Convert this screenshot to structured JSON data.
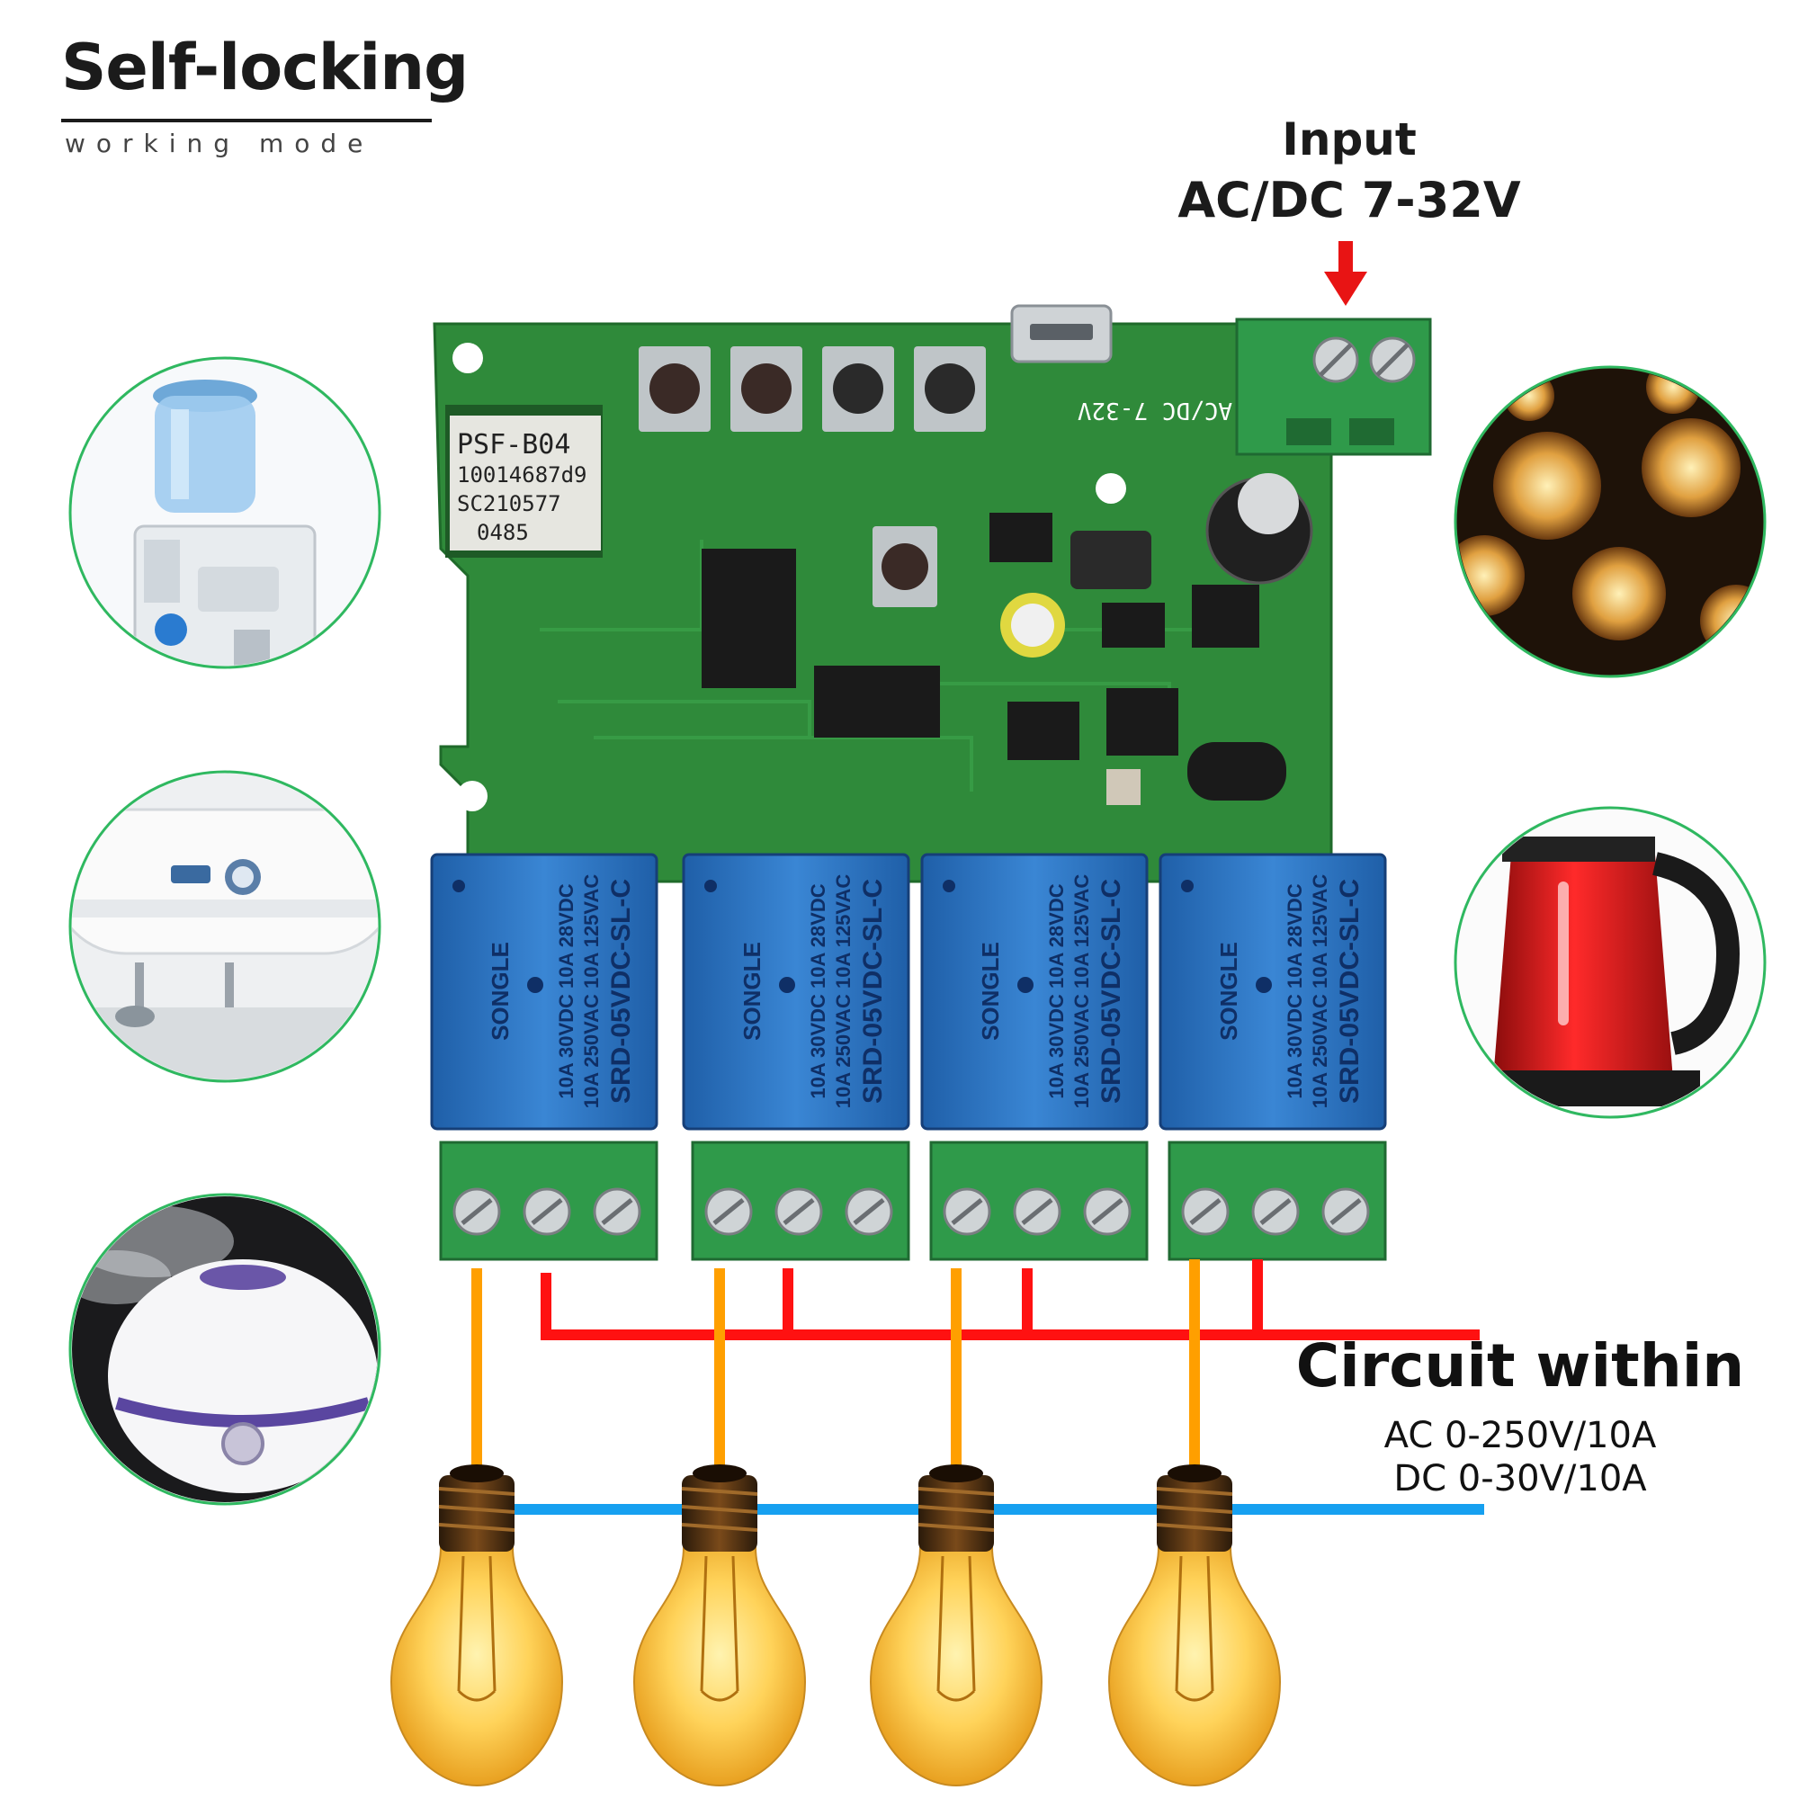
{
  "header": {
    "title": "Self-locking",
    "subtitle": "working mode"
  },
  "input": {
    "label": "Input",
    "voltage": "AC/DC 7-32V"
  },
  "circuit": {
    "title": "Circuit within",
    "ac_rating": "AC 0-250V/10A",
    "dc_rating": "DC 0-30V/10A"
  },
  "board": {
    "module_lines": [
      "PSF-B04",
      "10014687d9",
      "SC210577",
      "0485"
    ],
    "power_label": "AC/DC  7-32V",
    "relay": {
      "brand": "SONGLE",
      "model": "SRD-05VDC-SL-C",
      "rating_1": "10A 250VAC  10A 125VAC",
      "rating_2": "10A 30VDC  10A 28VDC",
      "count": 4
    }
  },
  "appliances": {
    "left": [
      "water-dispenser",
      "water-heater",
      "humidifier"
    ],
    "right": [
      "pendant-lamps",
      "electric-kettle"
    ]
  },
  "colors": {
    "pcb": "#2f8a3a",
    "relay": "#2a73c0",
    "terminal": "#2f9a4a",
    "live_wire": "#ff9f00",
    "common_wire": "#ff1111",
    "neutral_wire": "#16a0f0",
    "arrow": "#e81414"
  }
}
